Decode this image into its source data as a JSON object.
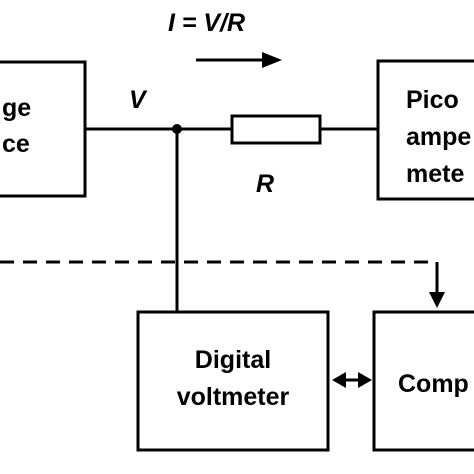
{
  "equation": "I = V/R",
  "node_label": "V",
  "resistor_label": "R",
  "voltage_source": {
    "line1": "ge",
    "line2": "ce"
  },
  "picoammeter": {
    "line1": "Pico",
    "line2": "ampe",
    "line3": "mete"
  },
  "voltmeter": {
    "line1": "Digital",
    "line2": "voltmeter"
  },
  "computer": {
    "line1": "Comp"
  }
}
